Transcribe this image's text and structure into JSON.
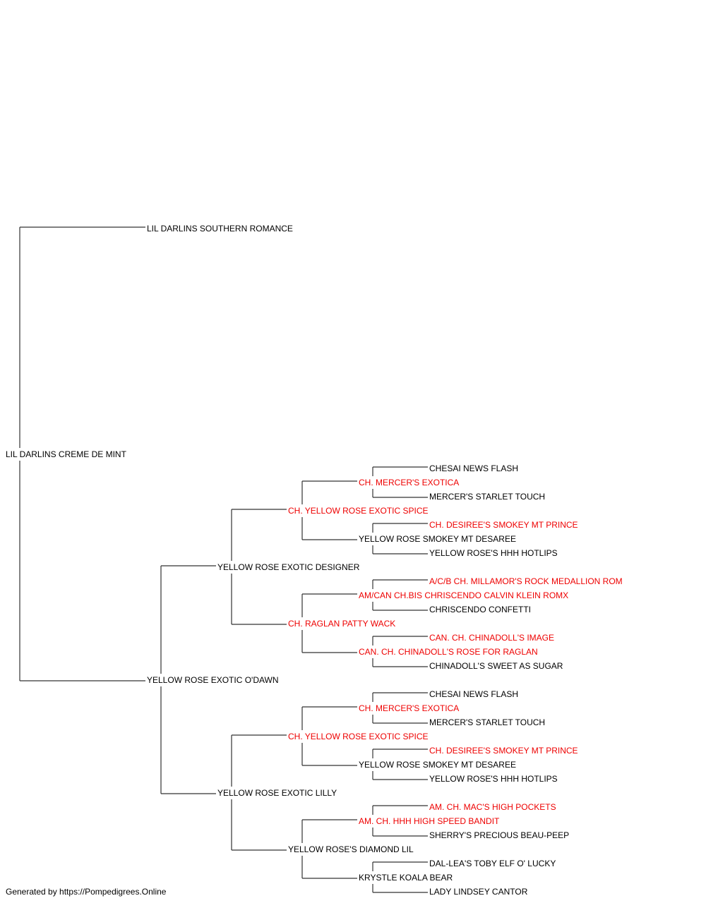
{
  "colors": {
    "champion": "#ee0000",
    "normal": "#000000",
    "line": "#333333"
  },
  "nodes": [
    {
      "id": "root",
      "name": "LIL DARLINS CREME DE MINT",
      "champion": false
    },
    {
      "id": "s",
      "name": "LIL DARLINS SOUTHERN ROMANCE",
      "champion": false
    },
    {
      "id": "d",
      "name": "YELLOW ROSE EXOTIC O'DAWN",
      "champion": false
    },
    {
      "id": "ds",
      "name": "YELLOW ROSE EXOTIC DESIGNER",
      "champion": false
    },
    {
      "id": "dd",
      "name": "YELLOW ROSE EXOTIC LILLY",
      "champion": false
    },
    {
      "id": "dss",
      "name": "CH. YELLOW ROSE EXOTIC SPICE",
      "champion": true
    },
    {
      "id": "dsd",
      "name": "CH. RAGLAN PATTY WACK",
      "champion": true
    },
    {
      "id": "dds",
      "name": "CH. YELLOW ROSE EXOTIC SPICE",
      "champion": true
    },
    {
      "id": "ddd",
      "name": "YELLOW ROSE'S DIAMOND LIL",
      "champion": false
    },
    {
      "id": "dsss",
      "name": "CH. MERCER'S EXOTICA",
      "champion": true
    },
    {
      "id": "dssd",
      "name": "YELLOW ROSE SMOKEY MT DESAREE",
      "champion": false
    },
    {
      "id": "dsds",
      "name": "AM/CAN CH.BIS CHRISCENDO CALVIN KLEIN ROMX",
      "champion": true
    },
    {
      "id": "dsdd",
      "name": "CAN. CH. CHINADOLL'S ROSE FOR RAGLAN",
      "champion": true
    },
    {
      "id": "ddss",
      "name": "CH. MERCER'S EXOTICA",
      "champion": true
    },
    {
      "id": "ddsd",
      "name": "YELLOW ROSE SMOKEY MT DESAREE",
      "champion": false
    },
    {
      "id": "ddds",
      "name": "AM. CH. HHH HIGH SPEED BANDIT",
      "champion": true
    },
    {
      "id": "dddd",
      "name": "KRYSTLE KOALA BEAR",
      "champion": false
    },
    {
      "id": "dssss",
      "name": "CHESAI NEWS FLASH",
      "champion": false
    },
    {
      "id": "dsssd",
      "name": "MERCER'S STARLET TOUCH",
      "champion": false
    },
    {
      "id": "dssds",
      "name": "CH. DESIREE'S SMOKEY MT PRINCE",
      "champion": true
    },
    {
      "id": "dssdd",
      "name": "YELLOW ROSE'S HHH HOTLIPS",
      "champion": false
    },
    {
      "id": "dsdss",
      "name": "A/C/B CH. MILLAMOR'S ROCK MEDALLION ROM",
      "champion": true
    },
    {
      "id": "dsdsd",
      "name": "CHRISCENDO CONFETTI",
      "champion": false
    },
    {
      "id": "dsdds",
      "name": "CAN. CH. CHINADOLL'S IMAGE",
      "champion": true
    },
    {
      "id": "dsddd",
      "name": "CHINADOLL'S SWEET AS SUGAR",
      "champion": false
    },
    {
      "id": "ddsss",
      "name": "CHESAI NEWS FLASH",
      "champion": false
    },
    {
      "id": "ddssd",
      "name": "MERCER'S STARLET TOUCH",
      "champion": false
    },
    {
      "id": "ddsds",
      "name": "CH. DESIREE'S SMOKEY MT PRINCE",
      "champion": true
    },
    {
      "id": "ddsdd",
      "name": "YELLOW ROSE'S HHH HOTLIPS",
      "champion": false
    },
    {
      "id": "dddss",
      "name": "AM. CH. MAC'S HIGH POCKETS",
      "champion": true
    },
    {
      "id": "dddsd",
      "name": "SHERRY'S PRECIOUS BEAU-PEEP",
      "champion": false
    },
    {
      "id": "dddds",
      "name": "DAL-LEA'S TOBY ELF O' LUCKY",
      "champion": false
    },
    {
      "id": "ddddd",
      "name": "LADY LINDSEY CANTOR",
      "champion": false
    }
  ],
  "footer": "Generated by https://Pompedigrees.Online"
}
